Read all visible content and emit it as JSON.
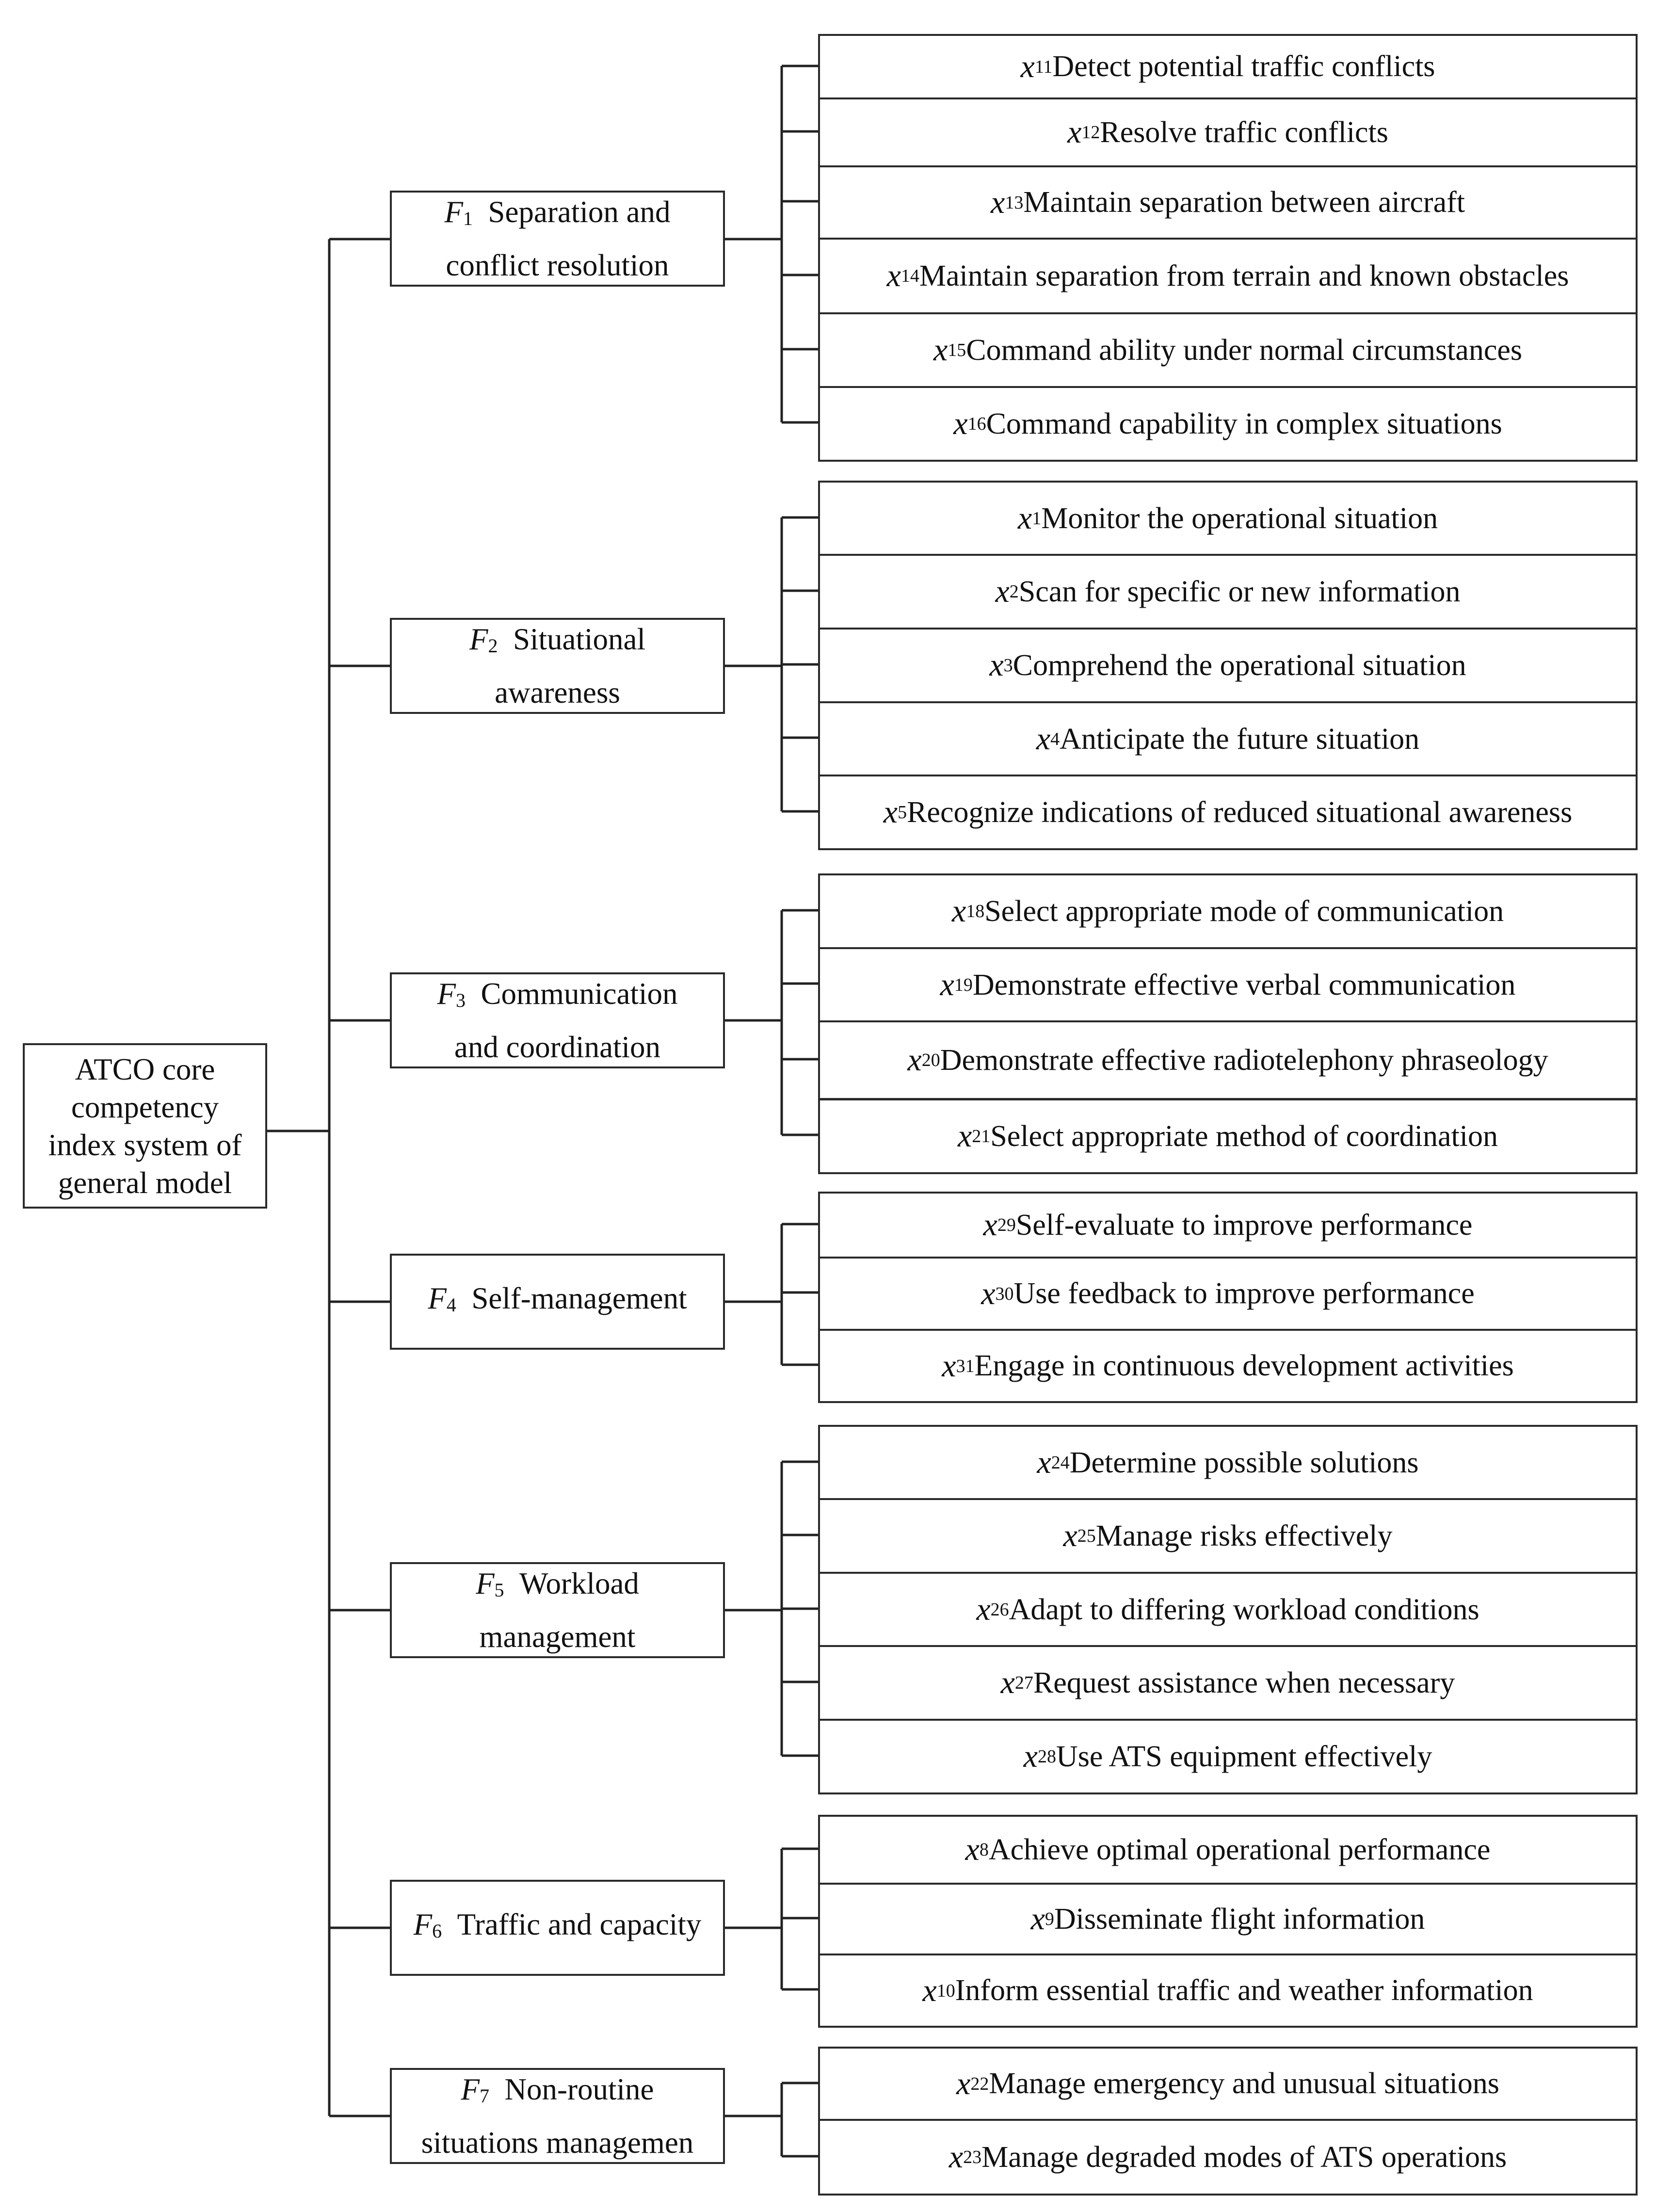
{
  "root": {
    "label": "ATCO core\ncompetency\nindex system of\ngeneral model"
  },
  "factors": [
    {
      "symbol": "F",
      "sub": "1",
      "lines": [
        "Separation and",
        "conflict resolution"
      ],
      "items": [
        {
          "sub": "11",
          "text": "Detect potential traffic conflicts"
        },
        {
          "sub": "12",
          "text": "Resolve traffic conflicts"
        },
        {
          "sub": "13",
          "text": "Maintain separation between aircraft"
        },
        {
          "sub": "14",
          "text": "Maintain separation from terrain and known obstacles"
        },
        {
          "sub": "15",
          "text": "Command ability under normal circumstances"
        },
        {
          "sub": "16",
          "text": "Command capability in complex situations"
        }
      ]
    },
    {
      "symbol": "F",
      "sub": "2",
      "lines": [
        "Situational",
        "awareness"
      ],
      "items": [
        {
          "sub": "1",
          "text": "Monitor the operational situation"
        },
        {
          "sub": "2",
          "text": "Scan for specific or new information"
        },
        {
          "sub": "3",
          "text": "Comprehend the operational situation"
        },
        {
          "sub": "4",
          "text": "Anticipate the future situation"
        },
        {
          "sub": "5",
          "text": "Recognize indications of reduced situational awareness"
        }
      ]
    },
    {
      "symbol": "F",
      "sub": "3",
      "lines": [
        "Communication",
        "and coordination"
      ],
      "items": [
        {
          "sub": "18",
          "text": "Select appropriate mode of communication"
        },
        {
          "sub": "19",
          "text": "Demonstrate effective verbal communication"
        },
        {
          "sub": "20",
          "text": "Demonstrate effective radiotelephony phraseology"
        },
        {
          "sub": "21",
          "text": "Select appropriate method of coordination"
        }
      ]
    },
    {
      "symbol": "F",
      "sub": "4",
      "lines": [
        "Self-management"
      ],
      "items": [
        {
          "sub": "29",
          "text": "Self-evaluate to improve performance"
        },
        {
          "sub": "30",
          "text": "Use feedback to improve performance"
        },
        {
          "sub": "31",
          "text": "Engage in continuous development activities"
        }
      ]
    },
    {
      "symbol": "F",
      "sub": "5",
      "lines": [
        "Workload",
        "management"
      ],
      "items": [
        {
          "sub": "24",
          "text": "Determine possible solutions"
        },
        {
          "sub": "25",
          "text": "Manage risks effectively"
        },
        {
          "sub": "26",
          "text": "Adapt to differing workload conditions"
        },
        {
          "sub": "27",
          "text": "Request assistance when necessary"
        },
        {
          "sub": "28",
          "text": "Use ATS equipment effectively"
        }
      ]
    },
    {
      "symbol": "F",
      "sub": "6",
      "lines": [
        "Traffic and capacity"
      ],
      "items": [
        {
          "sub": "8",
          "text": "Achieve optimal operational performance"
        },
        {
          "sub": "9",
          "text": "Disseminate flight information"
        },
        {
          "sub": "10",
          "text": "Inform essential traffic and weather information"
        }
      ]
    },
    {
      "symbol": "F",
      "sub": "7",
      "lines": [
        "Non-routine",
        "situations managemen"
      ],
      "items": [
        {
          "sub": "22",
          "text": "Manage emergency and unusual situations"
        },
        {
          "sub": "23",
          "text": "Manage degraded modes of ATS operations"
        }
      ]
    }
  ]
}
